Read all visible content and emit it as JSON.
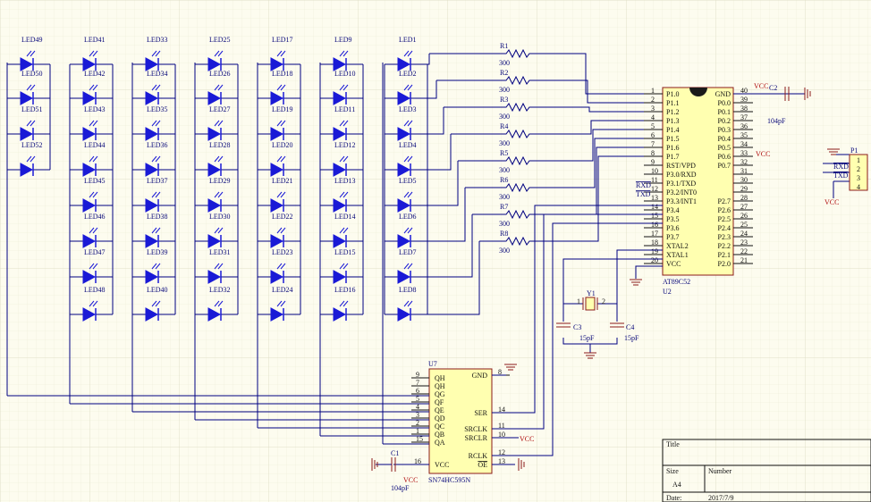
{
  "leds": {
    "rows": [
      [
        "LED49",
        "LED41",
        "LED33",
        "LED25",
        "LED17",
        "LED9",
        "LED1"
      ],
      [
        "LED50",
        "LED42",
        "LED34",
        "LED26",
        "LED18",
        "LED10",
        "LED2"
      ],
      [
        "LED51",
        "LED43",
        "LED35",
        "LED27",
        "LED19",
        "LED11",
        "LED3"
      ],
      [
        "LED52",
        "LED44",
        "LED36",
        "LED28",
        "LED20",
        "LED12",
        "LED4"
      ],
      [
        "",
        "LED45",
        "LED37",
        "LED29",
        "LED21",
        "LED13",
        "LED5"
      ],
      [
        "",
        "LED46",
        "LED38",
        "LED30",
        "LED22",
        "LED14",
        "LED6"
      ],
      [
        "",
        "LED47",
        "LED39",
        "LED31",
        "LED23",
        "LED15",
        "LED7"
      ],
      [
        "",
        "LED48",
        "LED40",
        "LED32",
        "LED24",
        "LED16",
        "LED8"
      ]
    ]
  },
  "resistors": [
    {
      "ref": "R1",
      "value": "300"
    },
    {
      "ref": "R2",
      "value": "300"
    },
    {
      "ref": "R3",
      "value": "300"
    },
    {
      "ref": "R4",
      "value": "300"
    },
    {
      "ref": "R5",
      "value": "300"
    },
    {
      "ref": "R6",
      "value": "300"
    },
    {
      "ref": "R7",
      "value": "300"
    },
    {
      "ref": "R8",
      "value": "300"
    }
  ],
  "mcu": {
    "part": "AT89C52",
    "ref": "U2",
    "left_pins": [
      {
        "num": "1",
        "name": "P1.0"
      },
      {
        "num": "2",
        "name": "P1.1"
      },
      {
        "num": "3",
        "name": "P1.2"
      },
      {
        "num": "4",
        "name": "P1.3"
      },
      {
        "num": "5",
        "name": "P1.4"
      },
      {
        "num": "6",
        "name": "P1.5"
      },
      {
        "num": "7",
        "name": "P1.6"
      },
      {
        "num": "8",
        "name": "P1.7"
      },
      {
        "num": "9",
        "name": "RST/VPD"
      },
      {
        "num": "10",
        "name": "P3.0/RXD"
      },
      {
        "num": "11",
        "name": "P3.1/TXD"
      },
      {
        "num": "12",
        "name": "P3.2/INT0"
      },
      {
        "num": "13",
        "name": "P3.3/INT1"
      },
      {
        "num": "14",
        "name": "P3.4"
      },
      {
        "num": "15",
        "name": "P3.5"
      },
      {
        "num": "16",
        "name": "P3.6"
      },
      {
        "num": "17",
        "name": "P3.7"
      },
      {
        "num": "18",
        "name": "XTAL2"
      },
      {
        "num": "19",
        "name": "XTAL1"
      },
      {
        "num": "20",
        "name": "VCC"
      }
    ],
    "right_pins": [
      {
        "num": "40",
        "name": "GND"
      },
      {
        "num": "39",
        "name": "P0.0"
      },
      {
        "num": "38",
        "name": "P0.1"
      },
      {
        "num": "37",
        "name": "P0.2"
      },
      {
        "num": "36",
        "name": "P0.3"
      },
      {
        "num": "35",
        "name": "P0.4"
      },
      {
        "num": "34",
        "name": "P0.5"
      },
      {
        "num": "33",
        "name": "P0.6"
      },
      {
        "num": "32",
        "name": "P0.7"
      },
      {
        "num": "31",
        "name": ""
      },
      {
        "num": "30",
        "name": ""
      },
      {
        "num": "29",
        "name": ""
      },
      {
        "num": "28",
        "name": "P2.7"
      },
      {
        "num": "27",
        "name": "P2.6"
      },
      {
        "num": "26",
        "name": "P2.5"
      },
      {
        "num": "25",
        "name": "P2.4"
      },
      {
        "num": "24",
        "name": "P2.3"
      },
      {
        "num": "23",
        "name": "P2.2"
      },
      {
        "num": "22",
        "name": "P2.1"
      },
      {
        "num": "21",
        "name": "P2.0"
      }
    ],
    "net_rxd": "RXD",
    "net_txd": "TXD"
  },
  "shift_register": {
    "ref": "U7",
    "part": "SN74HC595N",
    "left_pins": [
      {
        "num": "9",
        "name": "QH"
      },
      {
        "num": "7",
        "name": "QH"
      },
      {
        "num": "6",
        "name": "QG"
      },
      {
        "num": "5",
        "name": "QF"
      },
      {
        "num": "4",
        "name": "QE"
      },
      {
        "num": "3",
        "name": "QD"
      },
      {
        "num": "2",
        "name": "QC"
      },
      {
        "num": "1",
        "name": "QB"
      },
      {
        "num": "15",
        "name": "QA"
      }
    ],
    "bottom_left": {
      "num": "16",
      "name": "VCC"
    },
    "right_pins": [
      {
        "num": "8",
        "name": "GND"
      },
      {
        "num": "14",
        "name": "SER"
      },
      {
        "num": "11",
        "name": "SRCLK"
      },
      {
        "num": "10",
        "name": "SRCLR"
      },
      {
        "num": "12",
        "name": "RCLK"
      },
      {
        "num": "13",
        "name": "OE"
      }
    ]
  },
  "caps": {
    "c1": {
      "ref": "C1",
      "value": "104pF"
    },
    "c2": {
      "ref": "C2",
      "value": "104pF"
    },
    "c3": {
      "ref": "C3",
      "value": "15pF"
    },
    "c4": {
      "ref": "C4",
      "value": "15pF"
    }
  },
  "crystal": {
    "ref": "Y1",
    "pin1": "1",
    "pin2": "2"
  },
  "connector": {
    "ref": "P1",
    "pins": [
      "1",
      "2",
      "3",
      "4"
    ],
    "net_rxd": "RXD",
    "net_txd": "TXD"
  },
  "vcc_label": "VCC",
  "title_block": {
    "title_label": "Title",
    "size_label": "Size",
    "size_value": "A4",
    "number_label": "Number",
    "date_label": "Date:",
    "date_value": "2017/7/9"
  },
  "colors": {
    "wire": "#000080",
    "led": "#1a1ad6",
    "part_fill": "#ffffb0",
    "part_stroke": "#8b1a1a",
    "power": "#b01010",
    "grid": "#ecebd6",
    "background": "#fdfcef"
  }
}
